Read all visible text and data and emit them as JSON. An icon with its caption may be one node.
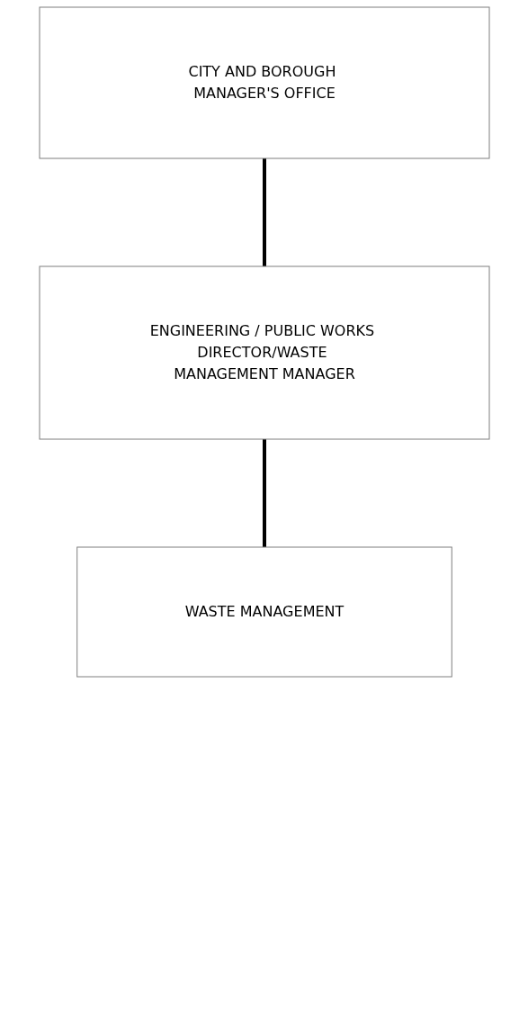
{
  "diagram": {
    "nodes": [
      {
        "text": [
          "CITY AND BOROUGH MANAGER'S OFFICE"
        ]
      },
      {
        "text": [
          "ENGINEERING / PUBLIC WORKS DIRECTOR/WASTE MANAGEMENT MANAGER"
        ]
      },
      {
        "text": [
          "WASTE MANAGEMENT"
        ]
      }
    ],
    "edges": [
      {
        "from": 0,
        "to": 1,
        "arrow": "none"
      },
      {
        "from": 1,
        "to": 2,
        "arrow": "none"
      }
    ]
  }
}
